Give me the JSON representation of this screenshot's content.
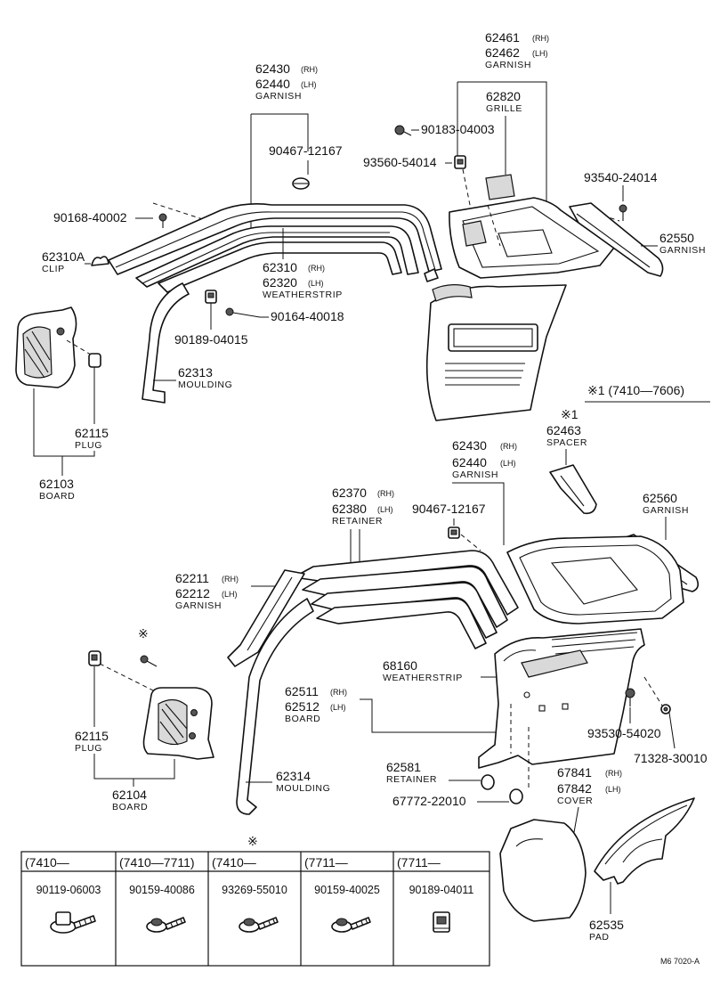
{
  "callouts": {
    "c62430_top": "62430",
    "c62430_top_side": "(RH)",
    "c62440_top": "62440",
    "c62440_top_side": "(LH)",
    "garnish_top": "GARNISH",
    "c90467_top": "90467-12167",
    "c90168": "90168-40002",
    "c62310A": "62310A",
    "clip": "CLIP",
    "c62310": "62310",
    "c62310_side": "(RH)",
    "c62320": "62320",
    "c62320_side": "(LH)",
    "weatherstrip_top": "WEATHERSTRIP",
    "c90189_top": "90189-04015",
    "c90164": "90164-40018",
    "c62313": "62313",
    "moulding_top": "MOULDING",
    "c62115_top": "62115",
    "plug_top": "PLUG",
    "c62103": "62103",
    "board_top": "BOARD",
    "c62461": "62461",
    "c62461_side": "(RH)",
    "c62462": "62462",
    "c62462_side": "(LH)",
    "garnish_right": "GARNISH",
    "c62820": "62820",
    "grille": "GRILLE",
    "c90183": "90183-04003",
    "c93560": "93560-54014",
    "c93540": "93540-24014",
    "c62550": "62550",
    "garnish_62550": "GARNISH",
    "note1_header": "※1  (7410—7606)",
    "note1_mark": "※1",
    "c62463": "62463",
    "spacer": "SPACER",
    "c62430_bot": "62430",
    "c62430_bot_side": "(RH)",
    "c62440_bot": "62440",
    "c62440_bot_side": "(LH)",
    "garnish_bot": "GARNISH",
    "c62560": "62560",
    "garnish_62560": "GARNISH",
    "c62370": "62370",
    "c62370_side": "(RH)",
    "c62380": "62380",
    "c62380_side": "(LH)",
    "retainer_top": "RETAINER",
    "c90467_bot": "90467-12167",
    "c62211": "62211",
    "c62211_side": "(RH)",
    "c62212": "62212",
    "c62212_side": "(LH)",
    "garnish_62212": "GARNISH",
    "mark_small": "※",
    "c68160": "68160",
    "weatherstrip_bot": "WEATHERSTRIP",
    "c62511": "62511",
    "c62511_side": "(RH)",
    "c62512": "62512",
    "c62512_side": "(LH)",
    "board_62512": "BOARD",
    "c93530": "93530-54020",
    "c71328": "71328-30010",
    "c62115_bot": "62115",
    "plug_bot": "PLUG",
    "c62104": "62104",
    "board_bot": "BOARD",
    "c62314": "62314",
    "moulding_bot": "MOULDING",
    "c62581": "62581",
    "retainer_bot": "RETAINER",
    "c67841": "67841",
    "c67841_side": "(RH)",
    "c67842": "67842",
    "c67842_side": "(LH)",
    "cover": "COVER",
    "c67772": "67772-22010",
    "c62535": "62535",
    "pad": "PAD",
    "table_mark": "※",
    "ref_code": "M6 7020-A"
  },
  "fastener_table": {
    "columns": [
      {
        "period": "(7410—",
        "part": "90119-06003",
        "icon": "bolt-washer-icon"
      },
      {
        "period": "(7410—7711)",
        "part": "90159-40086",
        "icon": "screw-washer-icon"
      },
      {
        "period": "(7410—",
        "part": "93269-55010",
        "icon": "screw-washer-icon"
      },
      {
        "period": "(7711—",
        "part": "90159-40025",
        "icon": "screw-washer-icon"
      },
      {
        "period": "(7711—",
        "part": "90189-04011",
        "icon": "clip-nut-icon"
      }
    ]
  }
}
